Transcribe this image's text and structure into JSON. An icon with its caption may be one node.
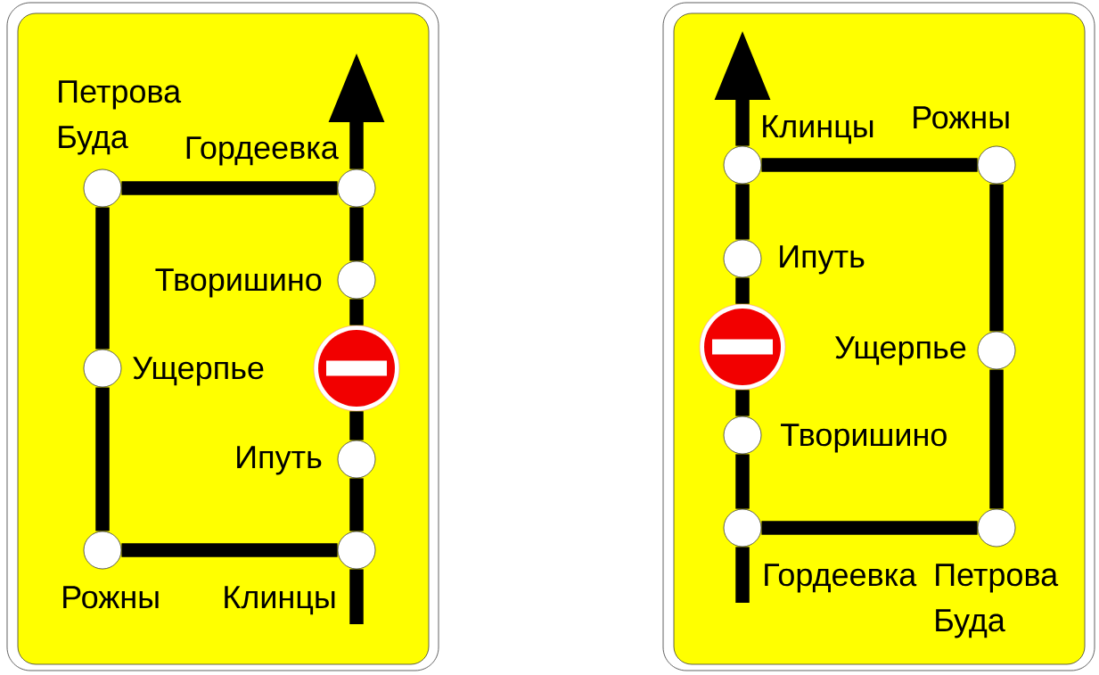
{
  "diagram": {
    "nodes": [
      {
        "text": [],
        "shape": "box"
      },
      {
        "text": [],
        "shape": "circle",
        "beside": [
          "Петрова Буда"
        ],
        "in": 0
      },
      {
        "text": [],
        "shape": "circle",
        "beside": [
          "Гордеевка"
        ],
        "in": 0
      },
      {
        "text": [],
        "shape": "circle",
        "beside": [
          "Творишино"
        ],
        "in": 0
      },
      {
        "text": [],
        "shape": "circle",
        "beside": [
          "Ущерпье"
        ],
        "in": 0
      },
      {
        "text": [],
        "shape": "sign",
        "in": 0
      },
      {
        "text": [],
        "shape": "circle",
        "beside": [
          "Ипуть"
        ],
        "in": 0
      },
      {
        "text": [],
        "shape": "circle",
        "beside": [
          "Рожны"
        ],
        "in": 0
      },
      {
        "text": [],
        "shape": "circle",
        "beside": [
          "Клинцы"
        ],
        "in": 0
      },
      {
        "text": [],
        "shape": "box"
      },
      {
        "text": [],
        "shape": "circle",
        "beside": [
          "Клинцы"
        ],
        "in": 9
      },
      {
        "text": [],
        "shape": "circle",
        "beside": [
          "Рожны"
        ],
        "in": 9
      },
      {
        "text": [],
        "shape": "circle",
        "beside": [
          "Ипуть"
        ],
        "in": 9
      },
      {
        "text": [],
        "shape": "sign",
        "in": 9
      },
      {
        "text": [],
        "shape": "circle",
        "beside": [
          "Ущерпье"
        ],
        "in": 9
      },
      {
        "text": [],
        "shape": "circle",
        "beside": [
          "Творишино"
        ],
        "in": 9
      },
      {
        "text": [],
        "shape": "circle",
        "beside": [
          "Гордеевка"
        ],
        "in": 9
      },
      {
        "text": [],
        "shape": "circle",
        "beside": [
          "Петрова Буда"
        ],
        "in": 9
      }
    ],
    "edges": [
      {
        "from": null,
        "to": 8,
        "arrow": "none"
      },
      {
        "from": 8,
        "to": 6,
        "arrow": "none"
      },
      {
        "from": 6,
        "to": 5,
        "arrow": "none"
      },
      {
        "from": 5,
        "to": 3,
        "arrow": "none"
      },
      {
        "from": 3,
        "to": 2,
        "arrow": "none"
      },
      {
        "from": 2,
        "to": null,
        "arrow": "to"
      },
      {
        "from": 8,
        "to": 7,
        "arrow": "none"
      },
      {
        "from": 7,
        "to": 4,
        "arrow": "none"
      },
      {
        "from": 4,
        "to": 1,
        "arrow": "none"
      },
      {
        "from": 1,
        "to": 2,
        "arrow": "none"
      },
      {
        "from": null,
        "to": 16,
        "arrow": "none"
      },
      {
        "from": 16,
        "to": 15,
        "arrow": "none"
      },
      {
        "from": 15,
        "to": 13,
        "arrow": "none"
      },
      {
        "from": 13,
        "to": 12,
        "arrow": "none"
      },
      {
        "from": 12,
        "to": 10,
        "arrow": "none"
      },
      {
        "from": 10,
        "to": null,
        "arrow": "to"
      },
      {
        "from": 16,
        "to": 17,
        "arrow": "none"
      },
      {
        "from": 17,
        "to": 14,
        "arrow": "none"
      },
      {
        "from": 14,
        "to": 11,
        "arrow": "none"
      },
      {
        "from": 11,
        "to": 10,
        "arrow": "none"
      }
    ]
  }
}
